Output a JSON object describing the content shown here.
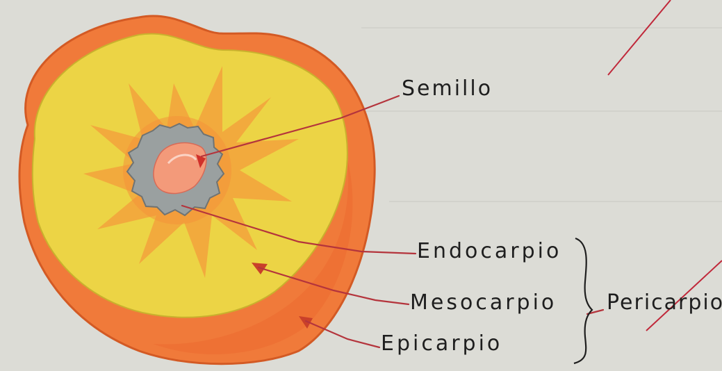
{
  "labels": {
    "seed": "Semillo",
    "endocarp": "Endocarpio",
    "mesocarp": "Mesocarpio",
    "epicarp": "Epicarpio",
    "pericarp": "Pericarpio"
  },
  "colors": {
    "paper": "#dcdcd6",
    "epicarp": "#f07a3a",
    "mesocarp": "#ecd445",
    "endocarp": "#9aa0a0",
    "seed": "#f39a7a",
    "star_fibers": "#f3a23c",
    "pointer_lines": "#b4343c",
    "ink": "#1e1e1e"
  }
}
